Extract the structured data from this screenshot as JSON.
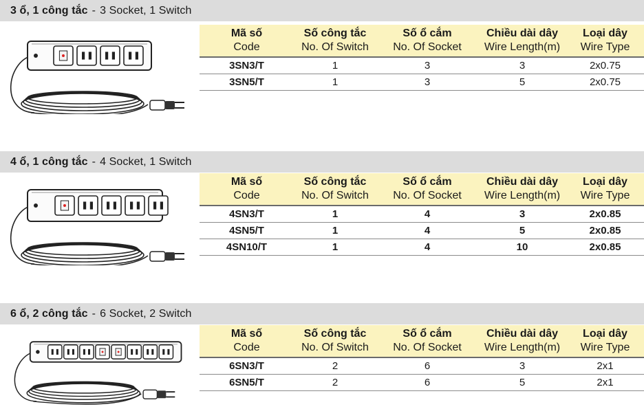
{
  "sections": [
    {
      "title_vn": "3 ổ, 1 công tắc",
      "separator": "-",
      "title_en": "3 Socket, 1 Switch",
      "sockets": 3,
      "switches": 1,
      "headers": [
        {
          "vn": "Mã số",
          "en": "Code"
        },
        {
          "vn": "Số công tắc",
          "en": "No. Of Switch"
        },
        {
          "vn": "Số ổ cắm",
          "en": "No. Of Socket"
        },
        {
          "vn": "Chiều dài dây",
          "en": "Wire Length(m)"
        },
        {
          "vn": "Loại dây",
          "en": "Wire Type"
        }
      ],
      "rows": [
        [
          "3SN3/T",
          "1",
          "3",
          "3",
          "2x0.75"
        ],
        [
          "3SN5/T",
          "1",
          "3",
          "5",
          "2x0.75"
        ]
      ]
    },
    {
      "title_vn": "4 ổ, 1 công tắc",
      "separator": "-",
      "title_en": "4 Socket, 1 Switch",
      "sockets": 4,
      "switches": 1,
      "headers": [
        {
          "vn": "Mã số",
          "en": "Code"
        },
        {
          "vn": "Số công tắc",
          "en": "No. Of Switch"
        },
        {
          "vn": "Số ổ cắm",
          "en": "No. Of Socket"
        },
        {
          "vn": "Chiều dài dây",
          "en": "Wire Length(m)"
        },
        {
          "vn": "Loại dây",
          "en": "Wire Type"
        }
      ],
      "rows": [
        [
          "4SN3/T",
          "1",
          "4",
          "3",
          "2x0.85"
        ],
        [
          "4SN5/T",
          "1",
          "4",
          "5",
          "2x0.85"
        ],
        [
          "4SN10/T",
          "1",
          "4",
          "10",
          "2x0.85"
        ]
      ]
    },
    {
      "title_vn": "6 ổ, 2 công tắc",
      "separator": "-",
      "title_en": "6 Socket, 2 Switch",
      "sockets": 6,
      "switches": 2,
      "headers": [
        {
          "vn": "Mã số",
          "en": "Code"
        },
        {
          "vn": "Số công tắc",
          "en": "No. Of Switch"
        },
        {
          "vn": "Số ổ cắm",
          "en": "No. Of Socket"
        },
        {
          "vn": "Chiều dài dây",
          "en": "Wire Length(m)"
        },
        {
          "vn": "Loại dây",
          "en": "Wire Type"
        }
      ],
      "rows": [
        [
          "6SN3/T",
          "2",
          "6",
          "3",
          "2x1"
        ],
        [
          "6SN5/T",
          "2",
          "6",
          "5",
          "2x1"
        ]
      ]
    }
  ],
  "colors": {
    "header_band": "#dcdcdc",
    "table_head": "#fbf3bf",
    "row_rule": "#8a8a8a"
  }
}
